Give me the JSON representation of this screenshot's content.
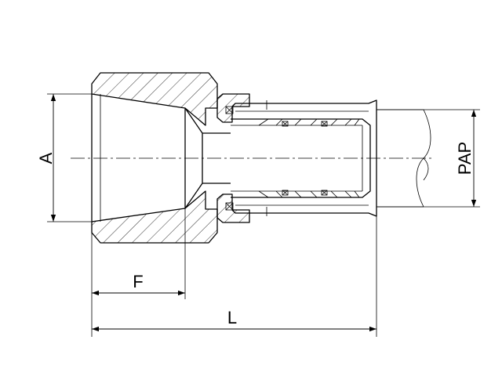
{
  "drawing": {
    "dimensions": {
      "A": "A",
      "PAP": "PAP",
      "F": "F",
      "L": "L"
    }
  }
}
